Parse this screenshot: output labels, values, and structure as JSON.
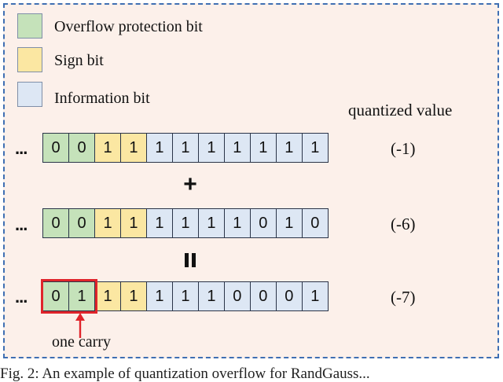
{
  "legend": [
    {
      "label": "Overflow protection bit",
      "color": "#c5e2ba"
    },
    {
      "label": "Sign bit",
      "color": "#fbe7a2"
    },
    {
      "label": "Information bit",
      "color": "#dde7f4"
    }
  ],
  "header": {
    "quantized_value": "quantized value"
  },
  "ellipsis": "...",
  "rows": [
    {
      "bits": [
        "0",
        "0",
        "1",
        "1",
        "1",
        "1",
        "1",
        "1",
        "1",
        "1",
        "1"
      ],
      "value": "(-1)"
    },
    {
      "bits": [
        "0",
        "0",
        "1",
        "1",
        "1",
        "1",
        "1",
        "1",
        "0",
        "1",
        "0"
      ],
      "value": "(-6)"
    },
    {
      "bits": [
        "0",
        "1",
        "1",
        "1",
        "1",
        "1",
        "1",
        "0",
        "0",
        "0",
        "1"
      ],
      "value": "(-7)"
    }
  ],
  "bit_types": [
    "overflow",
    "overflow",
    "sign",
    "sign",
    "info",
    "info",
    "info",
    "info",
    "info",
    "info",
    "info"
  ],
  "operators": {
    "plus": "+",
    "equals": "="
  },
  "annotation": {
    "carry_label": "one carry",
    "highlight_color": "#e0242b"
  },
  "caption": "Fig. 2: An example of quantization overflow for RandGauss..."
}
